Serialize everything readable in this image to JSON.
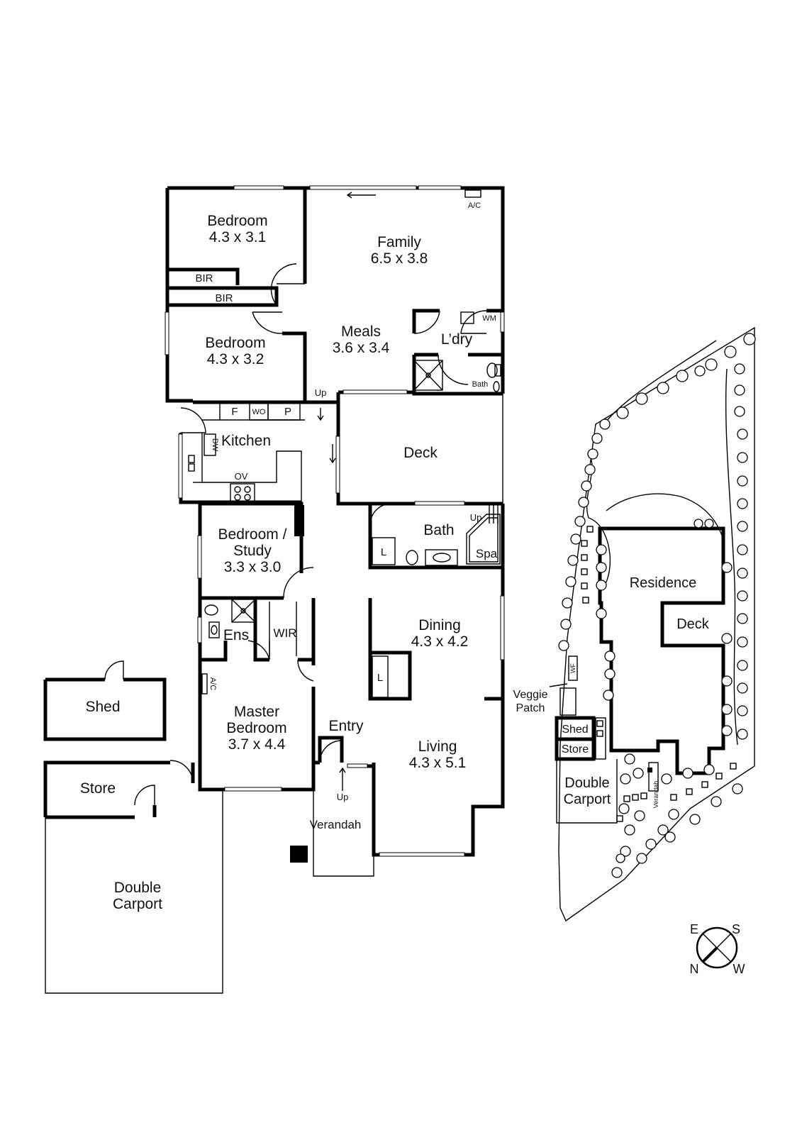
{
  "rooms": {
    "bedroom1": {
      "name": "Bedroom",
      "size": "4.3 x 3.1"
    },
    "bedroom2": {
      "name": "Bedroom",
      "size": "4.3 x 3.2"
    },
    "family": {
      "name": "Family",
      "size": "6.5 x 3.8"
    },
    "meals": {
      "name": "Meals",
      "size": "3.6 x 3.4"
    },
    "laundry": {
      "name": "L’dry"
    },
    "kitchen": {
      "name": "Kitchen"
    },
    "deck": {
      "name": "Deck"
    },
    "study": {
      "name_line1": "Bedroom /",
      "name_line2": "Study",
      "size": "3.3 x 3.0"
    },
    "bath": {
      "name": "Bath"
    },
    "laundry_bath": {
      "name": "Bath"
    },
    "spa": {
      "name": "Spa"
    },
    "dining": {
      "name": "Dining",
      "size": "4.3 x 4.2"
    },
    "ensuite": {
      "name": "Ens"
    },
    "wir": {
      "name": "WIR"
    },
    "master": {
      "name_line1": "Master",
      "name_line2": "Bedroom",
      "size": "3.7 x 4.4"
    },
    "entry": {
      "name": "Entry"
    },
    "living": {
      "name": "Living",
      "size": "4.3 x 5.1"
    },
    "verandah": {
      "name": "Verandah"
    },
    "shed": {
      "name": "Shed"
    },
    "store": {
      "name": "Store"
    },
    "carport": {
      "name_line1": "Double",
      "name_line2": "Carport"
    }
  },
  "fixtures": {
    "bir": "BIR",
    "ac": "A/C",
    "wm": "WM",
    "fridge": "F",
    "wo": "WO",
    "pantry": "P",
    "dw": "DW",
    "ov": "OV",
    "linen": "L",
    "up": "Up"
  },
  "site": {
    "residence": "Residence",
    "deck": "Deck",
    "veggie_line1": "Veggie",
    "veggie_line2": "Patch",
    "wf": "WF",
    "shed": "Shed",
    "store": "Store",
    "carport_line1": "Double",
    "carport_line2": "Carport",
    "verandah": "Verandah"
  },
  "compass": {
    "e": "E",
    "s": "S",
    "n": "N",
    "w": "W"
  }
}
